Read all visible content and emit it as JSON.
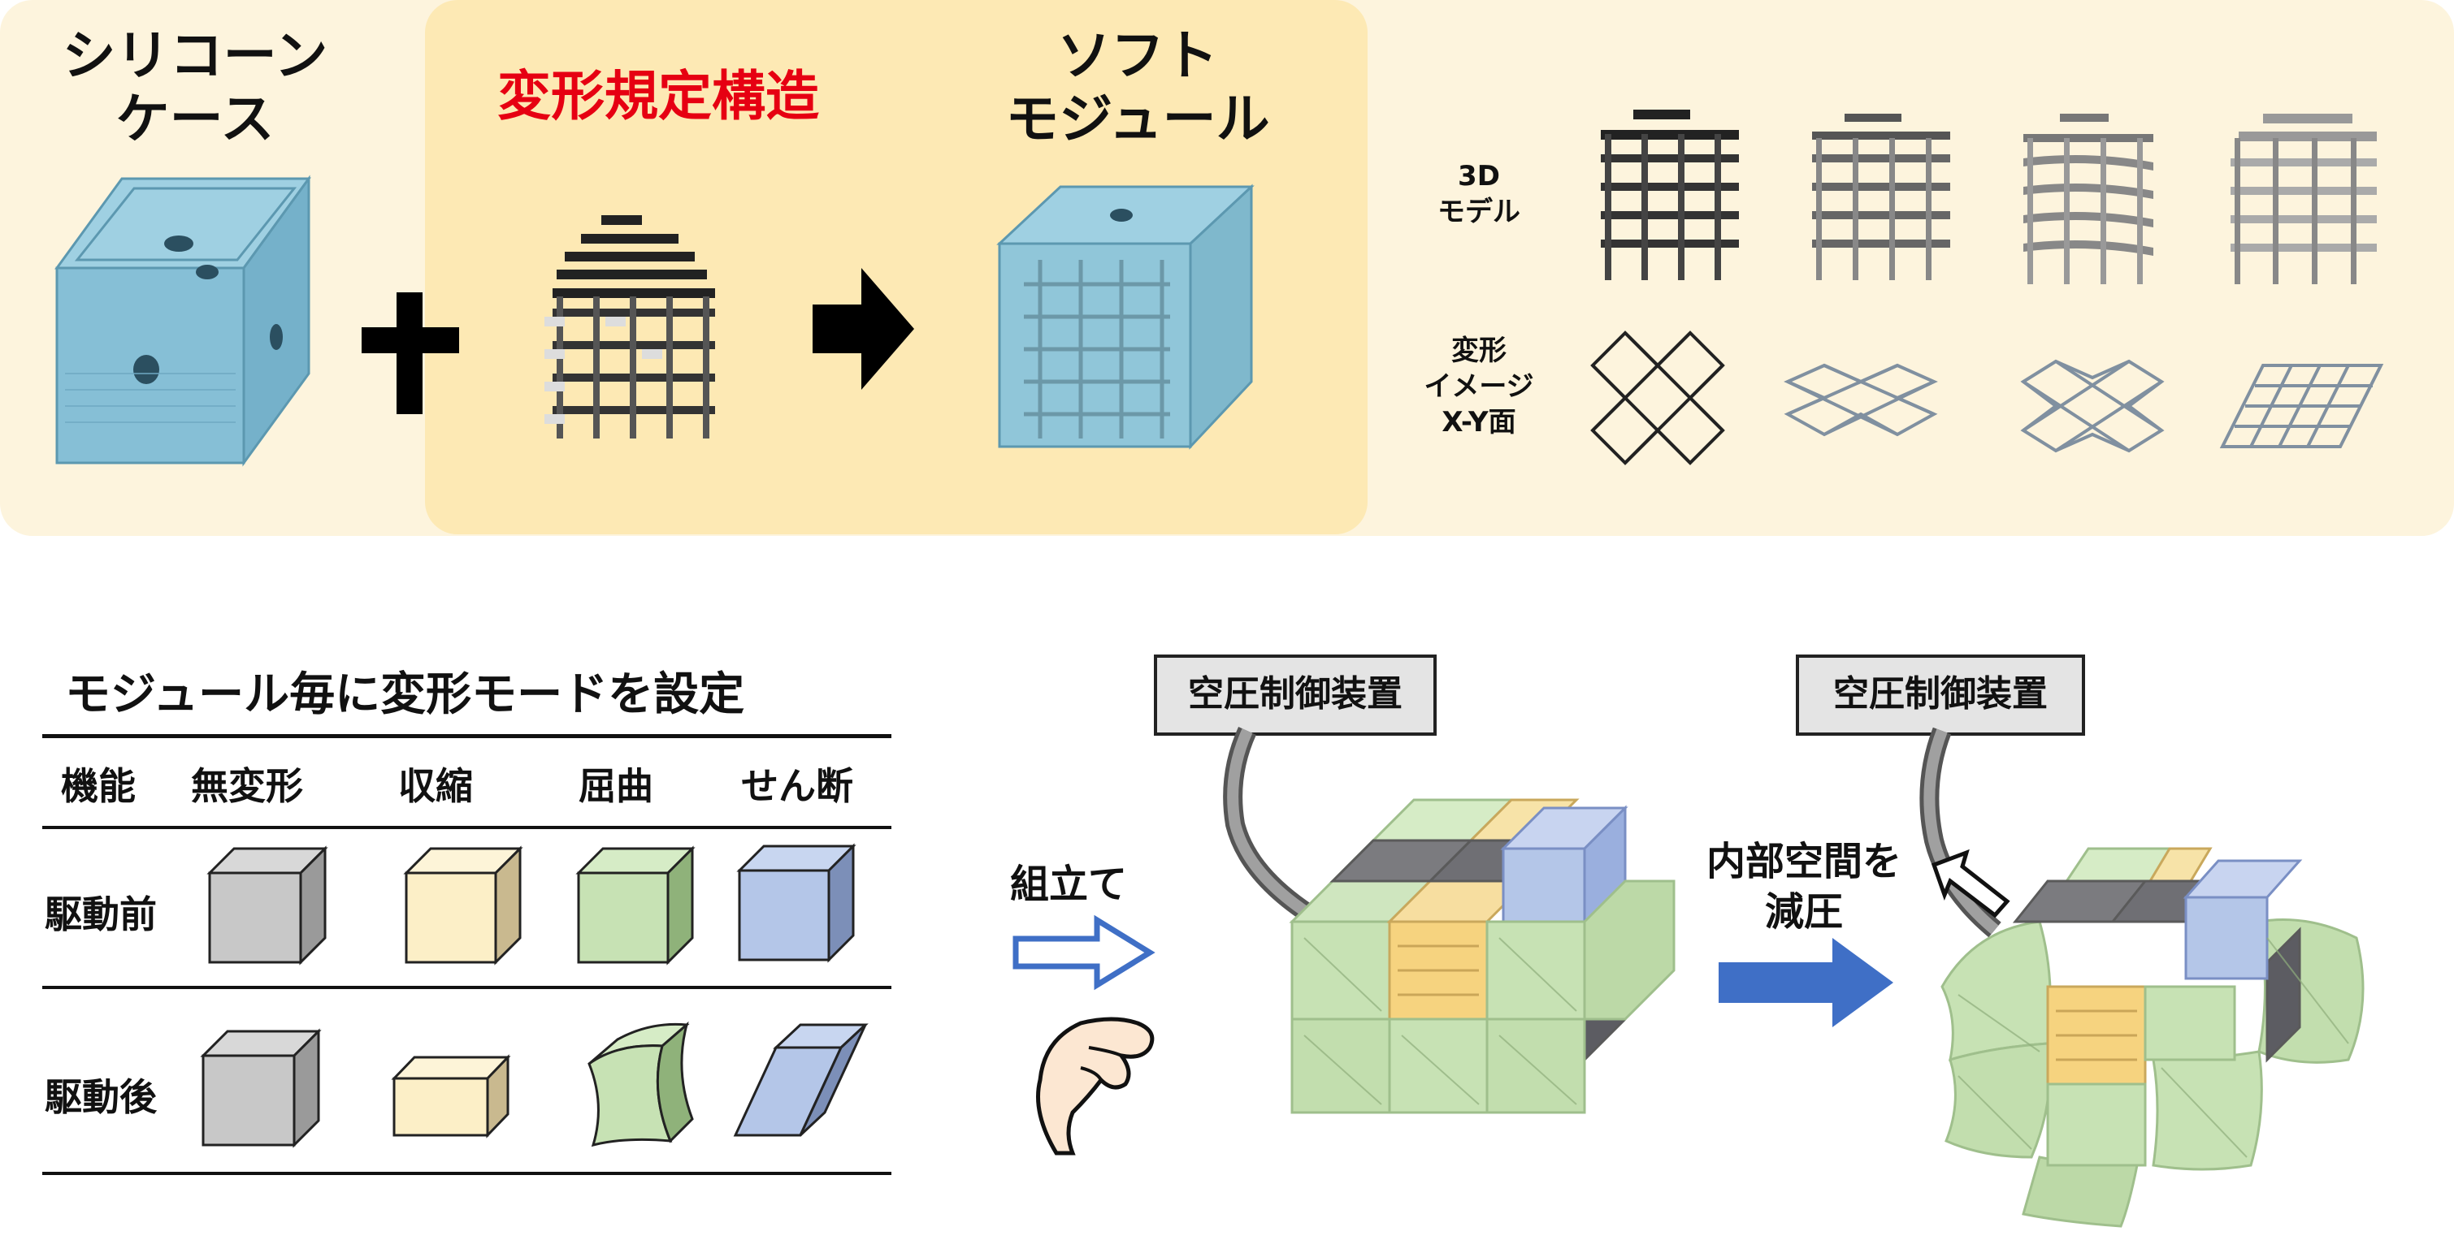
{
  "top": {
    "silicone_case_line1": "シリコーン",
    "silicone_case_line2": "ケース",
    "deformation_structure": "変形規定構造",
    "soft_module_line1": "ソフト",
    "soft_module_line2": "モジュール",
    "model_3d_line1": "3D",
    "model_3d_line2": "モデル",
    "deform_line1": "変形",
    "deform_line2": "イメージ",
    "deform_line3": "X-Y面"
  },
  "table": {
    "title": "モジュール毎に変形モードを設定",
    "headers": [
      "機能",
      "無変形",
      "収縮",
      "屈曲",
      "せん断"
    ],
    "rows": [
      "駆動前",
      "駆動後"
    ]
  },
  "assembly": {
    "assemble_label": "組立て",
    "device_label": "空圧制御装置",
    "decompress_line1": "内部空間を",
    "decompress_line2": "減圧"
  },
  "colors": {
    "red_title": "#e60012",
    "gray_cube": "#c8c8c8",
    "yellow_cube": "#fcefc7",
    "green_cube": "#c7e2b4",
    "blue_cube": "#b4c6e8",
    "arrow_blue": "#3f6fc6"
  }
}
